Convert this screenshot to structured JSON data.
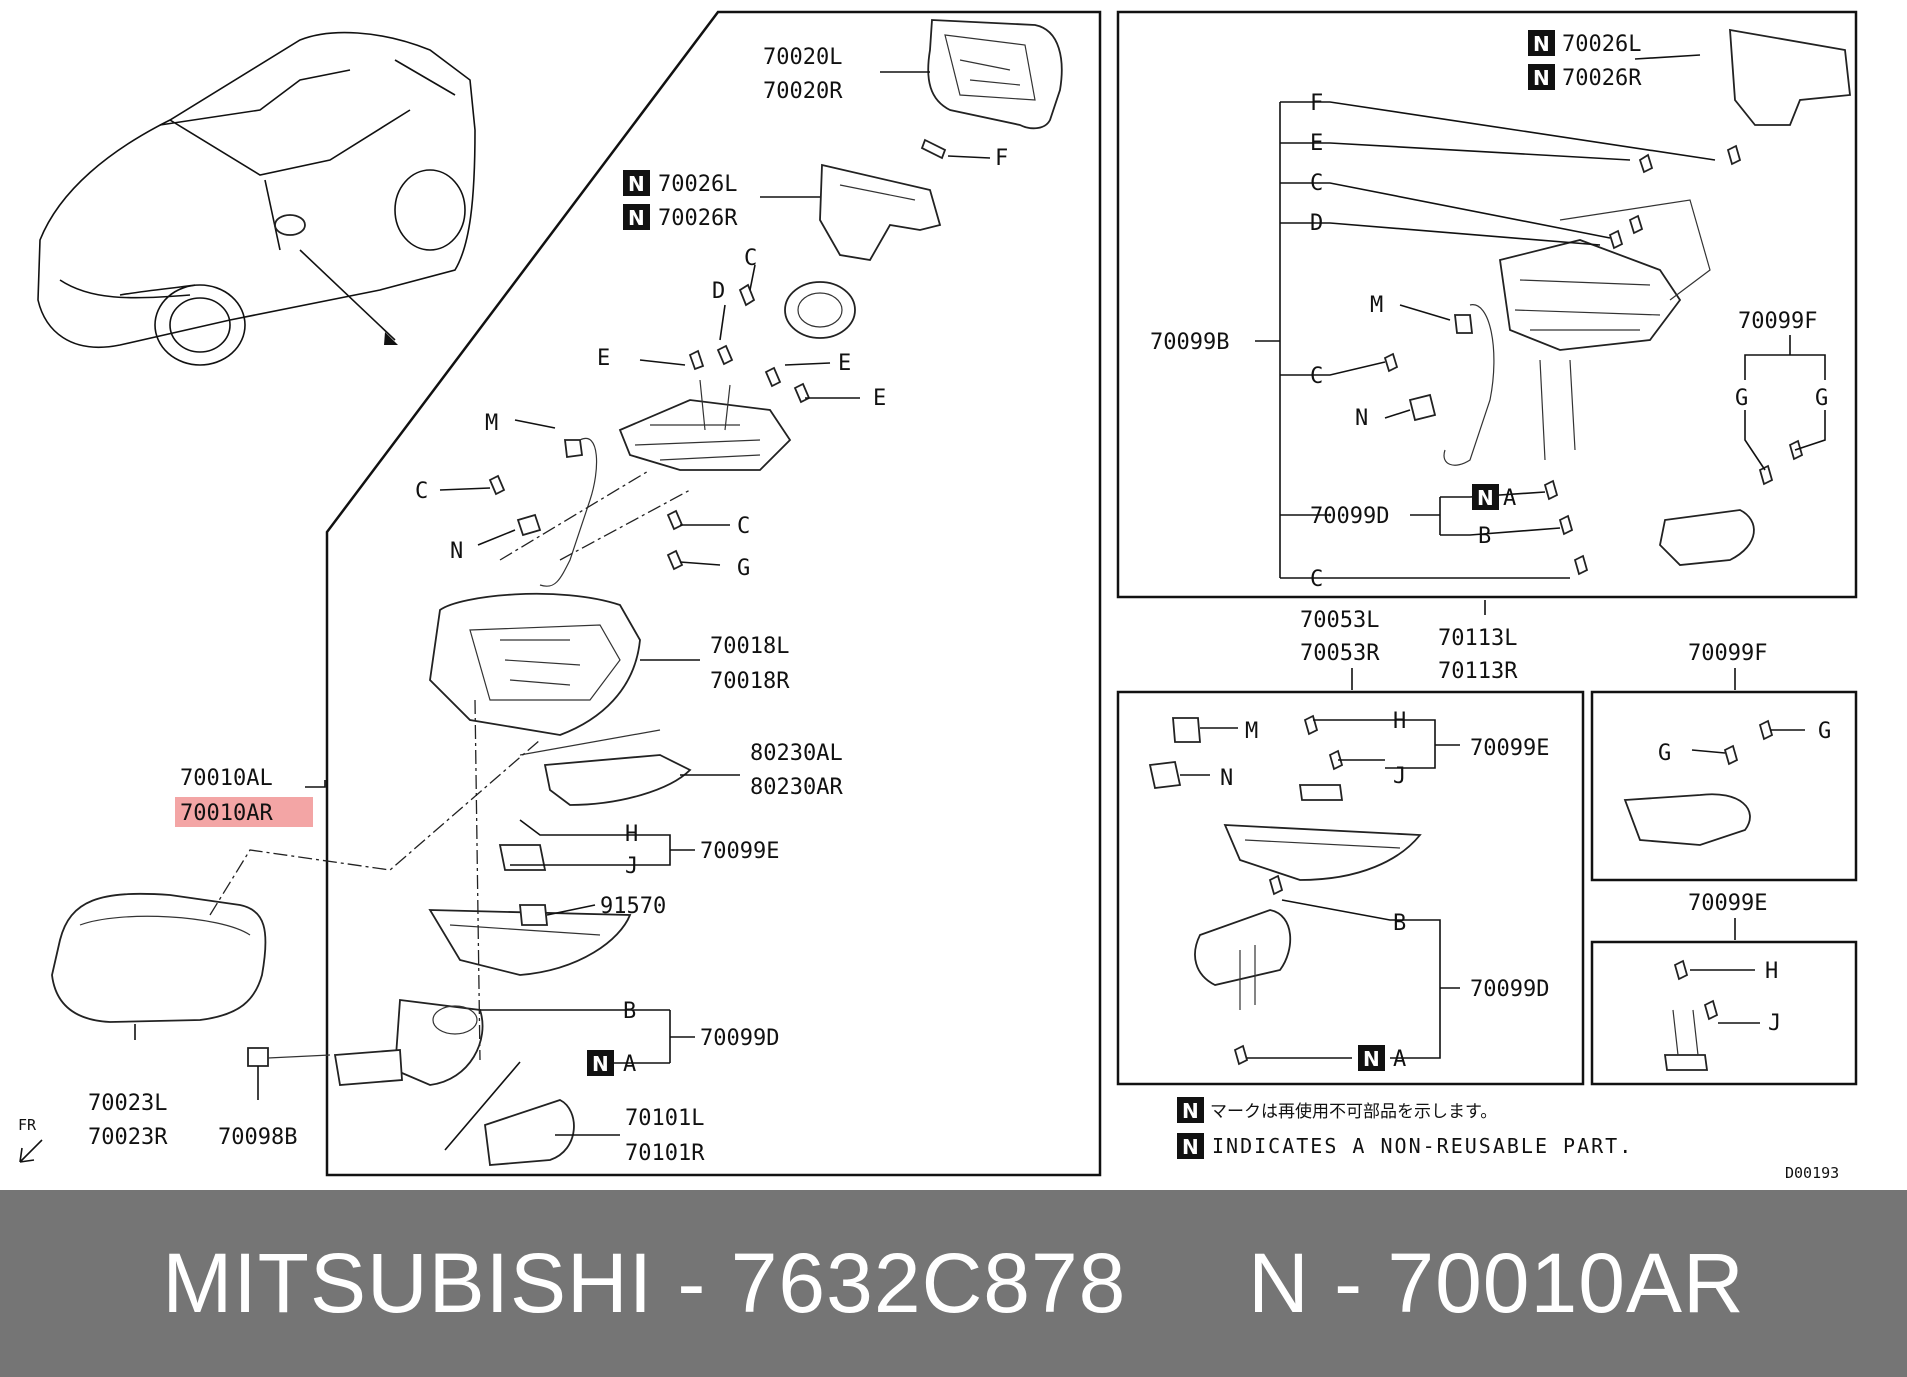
{
  "footer": {
    "text": "MITSUBISHI - 7632C878     N - 70010AR"
  },
  "diagram_code": "D00193",
  "fr_label": "FR",
  "notes": {
    "jp": "マークは再使用不可部品を示します。",
    "en": "INDICATES A NON-REUSABLE PART."
  },
  "left_labels": {
    "p70020L": "70020L",
    "p70020R": "70020R",
    "F": "F",
    "p70026L": "70026L",
    "p70026R": "70026R",
    "C1": "C",
    "D": "D",
    "E1": "E",
    "E2": "E",
    "E3": "E",
    "M": "M",
    "C2": "C",
    "N": "N",
    "C3": "C",
    "G": "G",
    "p70018L": "70018L",
    "p70018R": "70018R",
    "p80230AL": "80230AL",
    "p80230AR": "80230AR",
    "p70010AL": "70010AL",
    "p70010AR": "70010AR",
    "H": "H",
    "J": "J",
    "p70099E": "70099E",
    "p91570": "91570",
    "B": "B",
    "A": "A",
    "p70099D": "70099D",
    "p70101L": "70101L",
    "p70101R": "70101R",
    "p70023L": "70023L",
    "p70023R": "70023R",
    "p70098B": "70098B"
  },
  "top_right_labels": {
    "p70026L": "70026L",
    "p70026R": "70026R",
    "F": "F",
    "E": "E",
    "C1": "C",
    "D": "D",
    "M": "M",
    "p70099B": "70099B",
    "C2": "C",
    "N": "N",
    "A": "A",
    "p70099D": "70099D",
    "B": "B",
    "C3": "C",
    "p70099F": "70099F",
    "G1": "G",
    "G2": "G"
  },
  "mid_labels": {
    "p70053L": "70053L",
    "p70053R": "70053R",
    "p70113L": "70113L",
    "p70113R": "70113R",
    "p70099F": "70099F",
    "p70099E": "70099E"
  },
  "sub_a_labels": {
    "M": "M",
    "N": "N",
    "H": "H",
    "J": "J",
    "p70099E": "70099E",
    "B": "B",
    "p70099D": "70099D",
    "A": "A"
  },
  "sub_b_labels": {
    "G1": "G",
    "G2": "G"
  },
  "sub_c_labels": {
    "H": "H",
    "J": "J"
  },
  "badge": "N",
  "colors": {
    "highlight": "#f3a5a5",
    "footer_bg": "#757575"
  }
}
